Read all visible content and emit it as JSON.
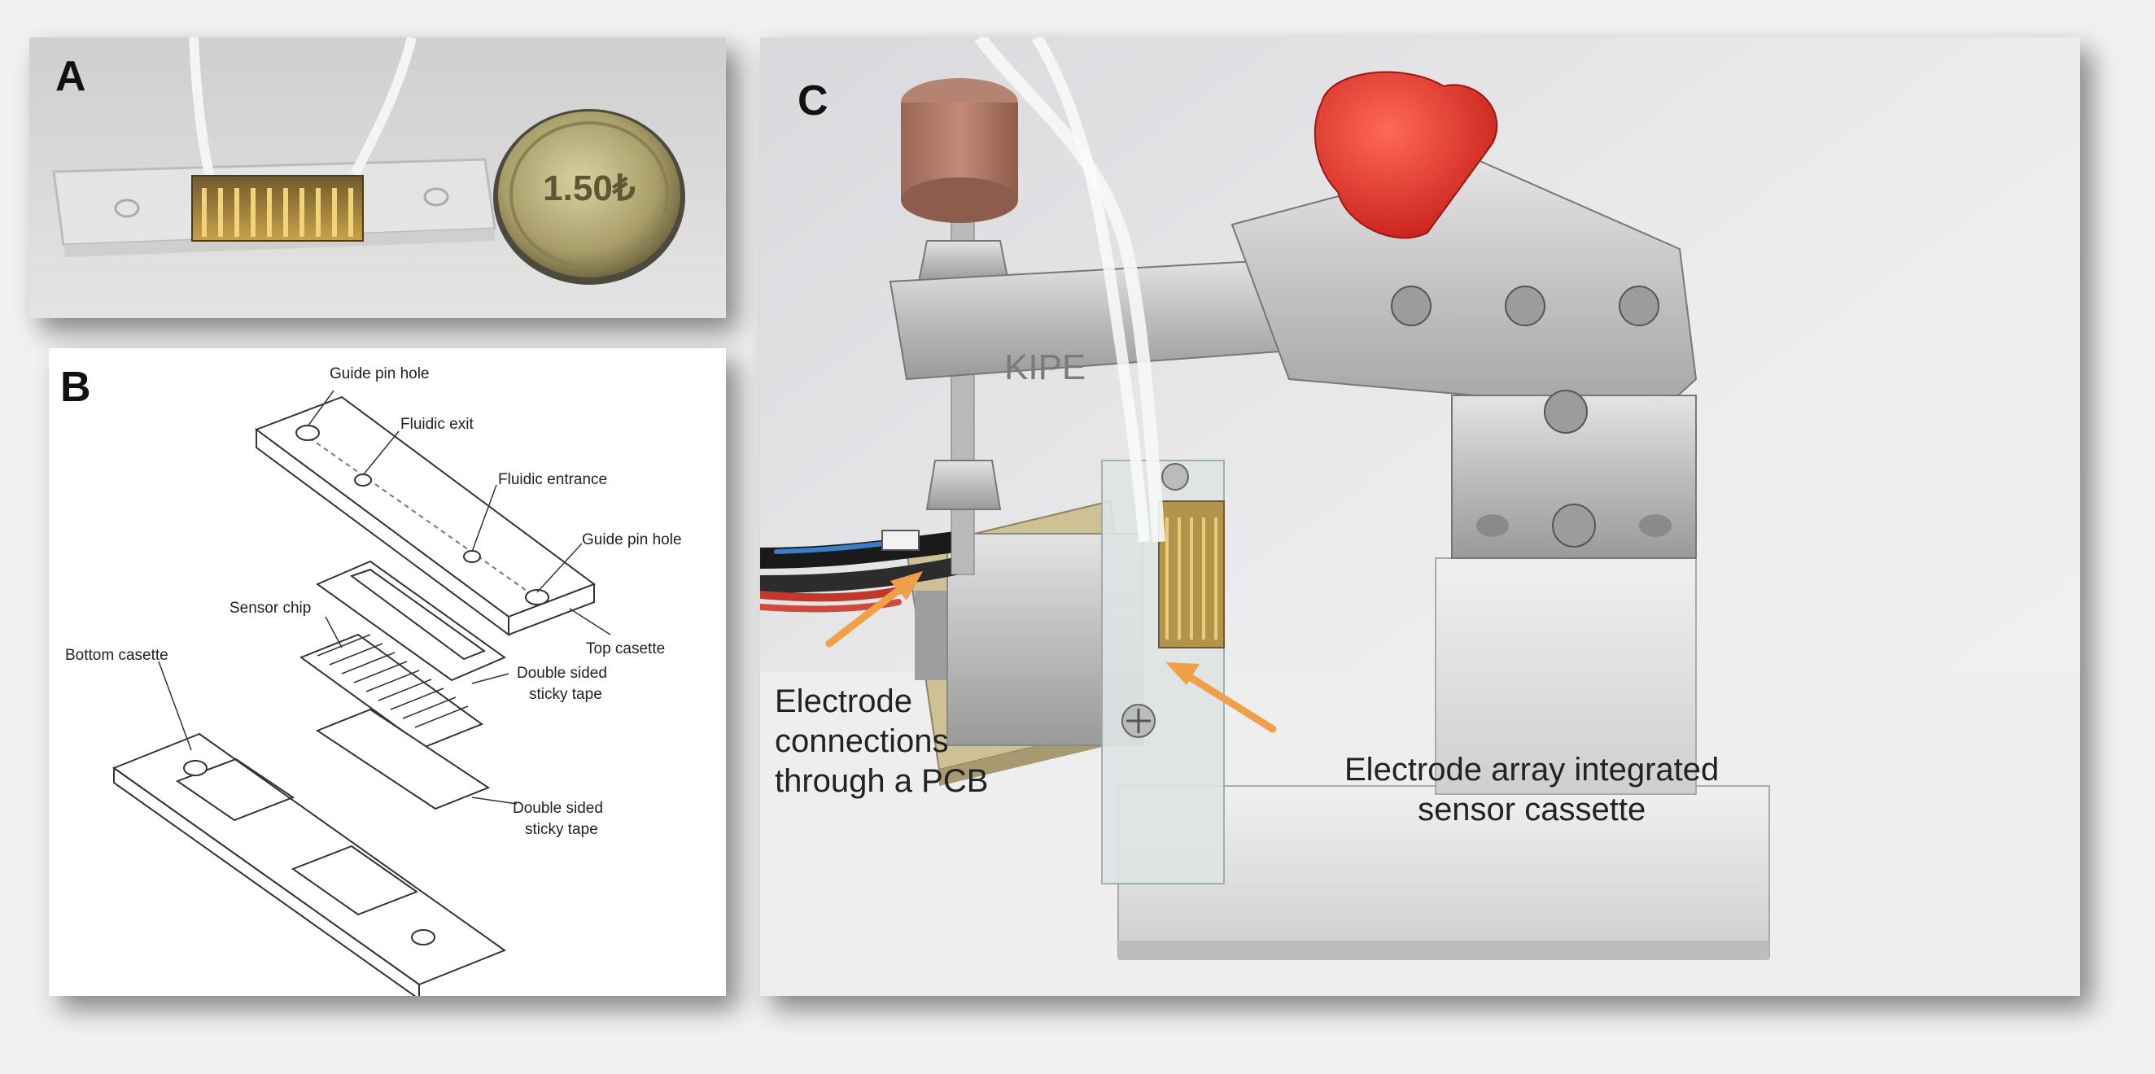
{
  "panels": {
    "a": {
      "letter": "A",
      "coin_text": "1.50₺"
    },
    "b": {
      "letter": "B",
      "labels": {
        "guide_pin_hole_top": "Guide pin hole",
        "fluidic_exit": "Fluidic exit",
        "fluidic_entrance": "Fluidic entrance",
        "guide_pin_hole_right": "Guide pin hole",
        "top_casette": "Top casette",
        "sensor_chip": "Sensor chip",
        "tape_upper_line1": "Double sided",
        "tape_upper_line2": "sticky tape",
        "bottom_casette": "Bottom casette",
        "tape_lower_line1": "Double sided",
        "tape_lower_line2": "sticky tape"
      }
    },
    "c": {
      "letter": "C",
      "clamp_text": "KIPE",
      "callout_left": {
        "line1": "Electrode",
        "line2": "connections",
        "line3": "through a PCB"
      },
      "callout_right": {
        "line1": "Electrode array integrated",
        "line2": "sensor cassette"
      }
    }
  },
  "colors": {
    "arrow": "#f0a048",
    "clamp_handle": "#e0302a",
    "cork": "#b07864",
    "metal": "#c8c8c8",
    "pcb": "#c9b98e"
  }
}
